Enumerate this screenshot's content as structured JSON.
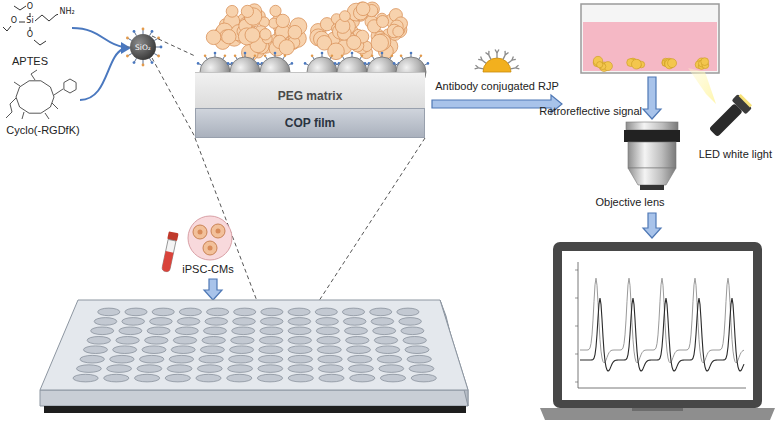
{
  "diagram": {
    "nodes": [
      {
        "text": [
          "SiO₂"
        ]
      },
      {
        "text": [
          "PEG matrix"
        ]
      },
      {
        "text": [
          "COP film"
        ]
      }
    ],
    "labels": [
      "O",
      "Si",
      "O",
      "O",
      "NH₂",
      "APTES",
      "Cyclo(-RGDfK)",
      "Antibody conjugated RJP",
      "iPSC-CMs",
      "Retroreflective signal",
      "LED white light",
      "Objective lens"
    ]
  }
}
